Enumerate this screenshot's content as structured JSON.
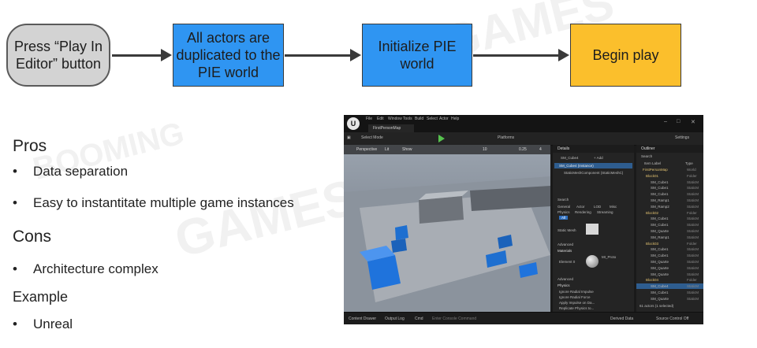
{
  "flow": {
    "steps": [
      "Press “Play In Editor” button",
      "All actors are duplicated to the PIE world",
      "Initialize PIE world",
      "Begin play"
    ],
    "colors": {
      "step1": "#d3d3d3",
      "step2": "#2f95f2",
      "step3": "#2f95f2",
      "step4": "#fbbf2c"
    }
  },
  "pros": {
    "title": "Pros",
    "items": [
      "Data separation",
      "Easy to instantitate multiple game instances"
    ]
  },
  "cons": {
    "title": "Cons",
    "items": [
      "Architecture complex"
    ]
  },
  "example": {
    "title": "Example",
    "items": [
      "Unreal"
    ]
  },
  "bullet": "•",
  "editor": {
    "menu": [
      "File",
      "Edit",
      "Window",
      "Tools",
      "Build",
      "Select",
      "Actor",
      "Help"
    ],
    "map_tab": "FirstPersonMap",
    "toolbar": {
      "select_mode": "Select Mode",
      "platforms": "Platforms",
      "settings": "Settings"
    },
    "viewport": {
      "perspective": "Perspective",
      "lit": "Lit",
      "show": "Show",
      "fov": "10",
      "scale": "0.25",
      "speed": "4"
    },
    "details": {
      "title": "Details",
      "actor": "SM_Cube4",
      "add_button": "+ Add",
      "instance": "SM_Cube4 (Instance)",
      "component": "StaticMeshComponent (StaticMeshC)",
      "search_placeholder": "Search",
      "filters": [
        "General",
        "Actor",
        "LOD",
        "Misc",
        "Physics",
        "Rendering",
        "Streaming",
        "All"
      ],
      "static_mesh_label": "Static Mesh",
      "sections": [
        "Advanced",
        "Materials",
        "Advanced",
        "Physics"
      ],
      "element_label": "Element 0",
      "material_name": "MI_Proto",
      "physics_props": [
        "Ignore Radial Impulse",
        "Ignore Radial Force",
        "Apply Impulse on Da...",
        "Replicate Physics to..."
      ]
    },
    "outliner": {
      "title": "Outliner",
      "search_placeholder": "Search",
      "col_label": "Item Label",
      "col_type": "Type",
      "rows": [
        {
          "label": "FirstPersonMap",
          "type": "World"
        },
        {
          "label": "Block01",
          "type": "Folder"
        },
        {
          "label": "SM_Cube1",
          "type": "StaticM"
        },
        {
          "label": "SM_Cube1",
          "type": "StaticM"
        },
        {
          "label": "SM_Cube1",
          "type": "StaticM"
        },
        {
          "label": "SM_Ramp1",
          "type": "StaticM"
        },
        {
          "label": "SM_Ramp2",
          "type": "StaticM"
        },
        {
          "label": "Block02",
          "type": "Folder"
        },
        {
          "label": "SM_Cube1",
          "type": "StaticM"
        },
        {
          "label": "SM_Cube1",
          "type": "StaticM"
        },
        {
          "label": "SM_Quarte",
          "type": "StaticM"
        },
        {
          "label": "SM_Ramp1",
          "type": "StaticM"
        },
        {
          "label": "Block03",
          "type": "Folder"
        },
        {
          "label": "SM_Cube1",
          "type": "StaticM"
        },
        {
          "label": "SM_Cube1",
          "type": "StaticM"
        },
        {
          "label": "SM_Quarte",
          "type": "StaticM"
        },
        {
          "label": "SM_Quarte",
          "type": "StaticM"
        },
        {
          "label": "SM_Quarte",
          "type": "StaticM"
        },
        {
          "label": "Block04",
          "type": "Folder"
        },
        {
          "label": "SM_Cube4",
          "type": "StaticM"
        },
        {
          "label": "SM_Cube1",
          "type": "StaticM"
        },
        {
          "label": "SM_Quarte",
          "type": "StaticM"
        }
      ],
      "footer": "61 actors (1 selected)"
    },
    "status": {
      "content_drawer": "Content Drawer",
      "output_log": "Output Log",
      "cmd": "Cmd",
      "cmd_placeholder": "Enter Console Command",
      "derived_data": "Derived Data",
      "source_control": "Source Control Off"
    }
  }
}
